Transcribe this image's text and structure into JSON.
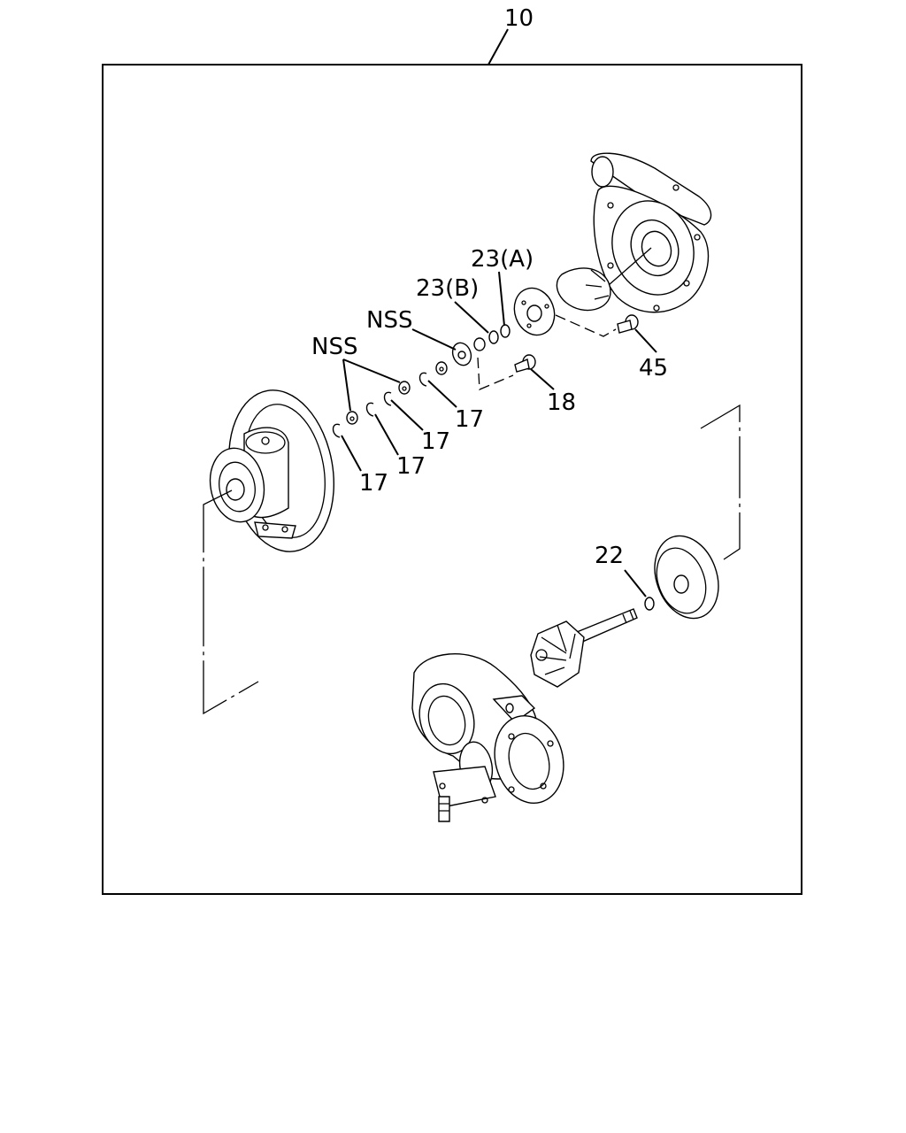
{
  "callouts": {
    "assembly": "10",
    "ring_a": "23(A)",
    "ring_b": "23(B)",
    "nss_upper": "NSS",
    "nss_lower": "NSS",
    "bolt_45": "45",
    "bolt_18": "18",
    "clip_17_a": "17",
    "clip_17_b": "17",
    "clip_17_c": "17",
    "clip_17_d": "17",
    "ring_22": "22"
  }
}
